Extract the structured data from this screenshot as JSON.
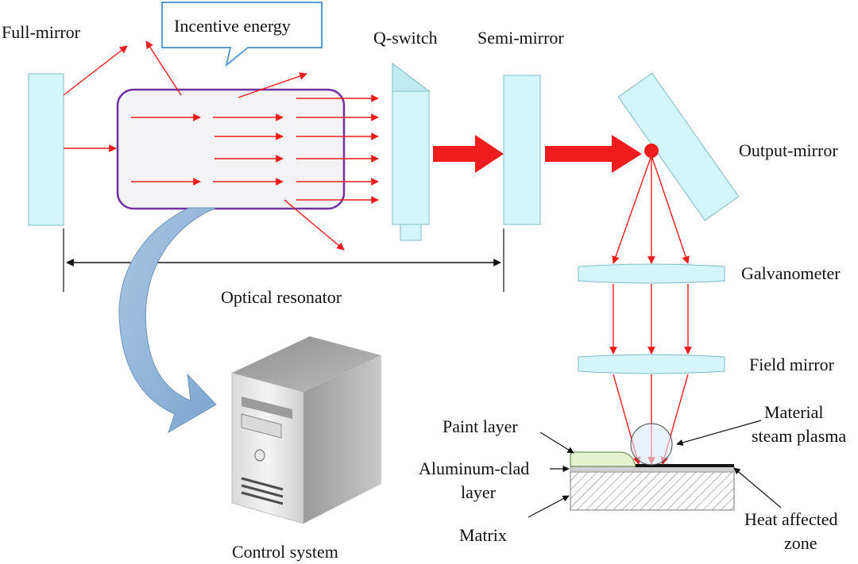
{
  "labels": {
    "full_mirror": "Full-mirror",
    "incentive_energy": "Incentive energy",
    "q_switch": "Q-switch",
    "semi_mirror": "Semi-mirror",
    "output_mirror": "Output-mirror",
    "galvanometer": "Galvanometer",
    "field_mirror": "Field mirror",
    "optical_resonator": "Optical resonator",
    "control_system": "Control system",
    "paint_layer": "Paint layer",
    "aluminum_clad_line1": "Aluminum-clad",
    "aluminum_clad_line2": "layer",
    "matrix": "Matrix",
    "material_line1": "Material",
    "material_line2": "steam plasma",
    "heat_line1": "Heat affected",
    "heat_line2": "zone"
  },
  "colors": {
    "mirror_fill": "#d4f6fb",
    "mirror_stroke": "#7fb9c6",
    "laser_red": "#ee1c1c",
    "resonator_border": "#7030a0",
    "callout_border": "#5b9bd5",
    "curved_arrow": "#8fb4d6"
  },
  "icons": {
    "computer": "computer-tower-icon",
    "curved_arrow": "curved-arrow-icon"
  }
}
